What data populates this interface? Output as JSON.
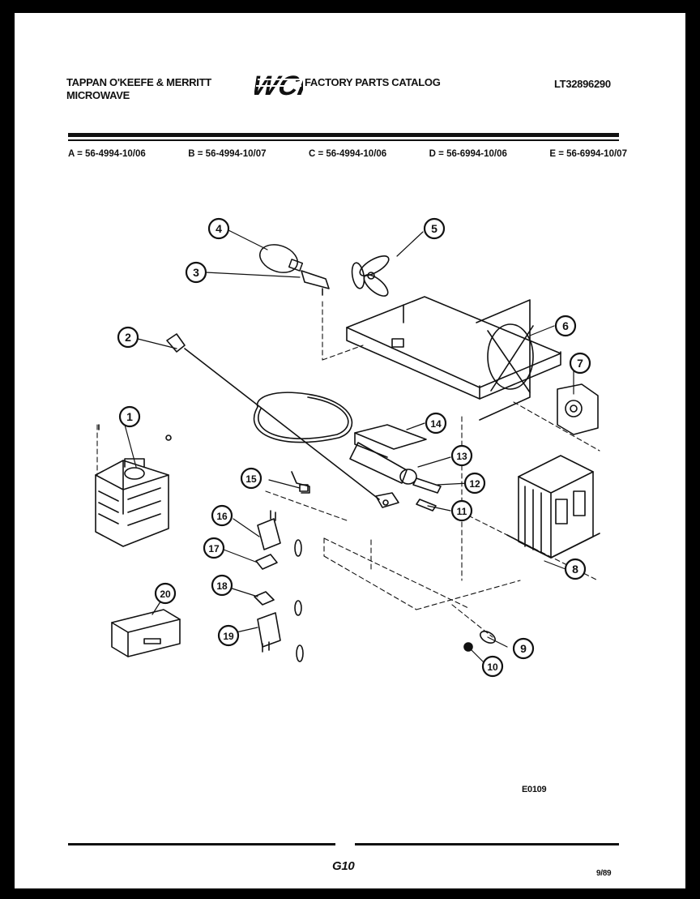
{
  "header": {
    "brand_line1": "TAPPAN O'KEEFE & MERRITT",
    "brand_line2": "MICROWAVE",
    "logo_text": "WCI",
    "catalog_title": "FACTORY PARTS CATALOG",
    "catalog_id": "LT32896290"
  },
  "models": [
    "A = 56-4994-10/06",
    "B = 56-4994-10/07",
    "C = 56-4994-10/06",
    "D = 56-6994-10/06",
    "E = 56-6994-10/07"
  ],
  "callouts": [
    "1",
    "2",
    "3",
    "4",
    "5",
    "6",
    "7",
    "8",
    "9",
    "10",
    "11",
    "12",
    "13",
    "14",
    "15",
    "16",
    "17",
    "18",
    "19",
    "20"
  ],
  "footer": {
    "figure_ref": "E0109",
    "page_number": "G10",
    "date": "9/89"
  }
}
